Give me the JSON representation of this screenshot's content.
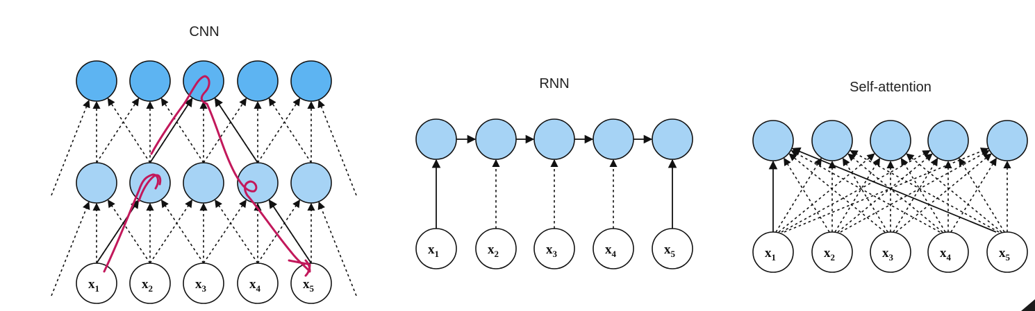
{
  "panels": [
    {
      "id": "cnn",
      "title": "CNN",
      "inputs": [
        "x1",
        "x2",
        "x3",
        "x4",
        "x5"
      ]
    },
    {
      "id": "rnn",
      "title": "RNN",
      "inputs": [
        "x1",
        "x2",
        "x3",
        "x4",
        "x5"
      ]
    },
    {
      "id": "self-attention",
      "title": "Self-attention",
      "inputs": [
        "x1",
        "x2",
        "x3",
        "x4",
        "x5"
      ]
    }
  ],
  "input_labels": [
    {
      "base": "x",
      "sub": "1"
    },
    {
      "base": "x",
      "sub": "2"
    },
    {
      "base": "x",
      "sub": "3"
    },
    {
      "base": "x",
      "sub": "4"
    },
    {
      "base": "x",
      "sub": "5"
    }
  ],
  "colors": {
    "top_node": "#5db4f2",
    "mid_node": "#a6d3f5",
    "input_node": "#ffffff",
    "annotation": "#c2185b"
  }
}
